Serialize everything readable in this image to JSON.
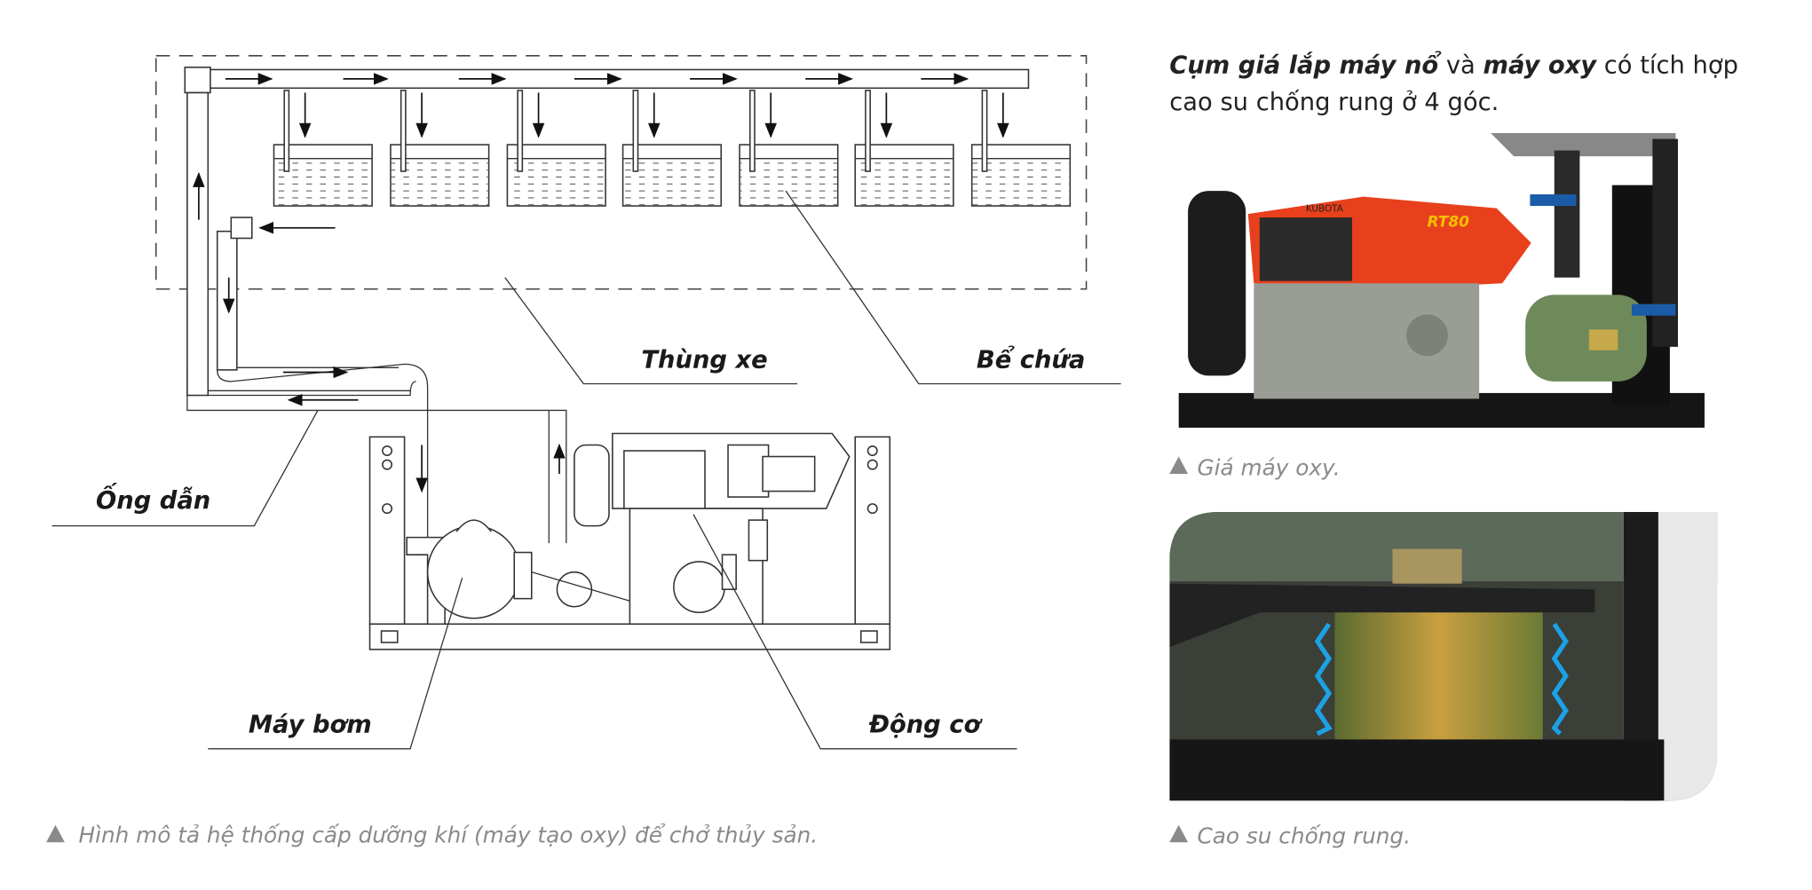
{
  "diagram": {
    "labels": {
      "truck_body": "Thùng xe",
      "tank": "Bể chứa",
      "pipe": "Ống dẫn",
      "pump": "Máy bơm",
      "engine": "Động cơ"
    },
    "caption": "Hình mô tả hệ thống cấp dưỡng khí (máy tạo oxy) để chở thủy sản.",
    "tank_count": 7
  },
  "right_panel": {
    "title_bold_1": "Cụm giá lắp máy nổ",
    "title_plain_1": " và ",
    "title_bold_2": "máy oxy",
    "title_plain_2": " có tích hợp",
    "title_line2": "cao su chống rung ở 4 góc.",
    "photo1_caption": "Giá máy oxy.",
    "photo2_caption": "Cao su chống rung.",
    "engine_brand": "KUBOTA",
    "engine_model": "RT80"
  },
  "caption_marker_icon": "triangle-up-icon",
  "colors": {
    "caption": "#8a8a8a",
    "engine_orange": "#e8401c",
    "arrow_blue": "#1da1e6"
  }
}
